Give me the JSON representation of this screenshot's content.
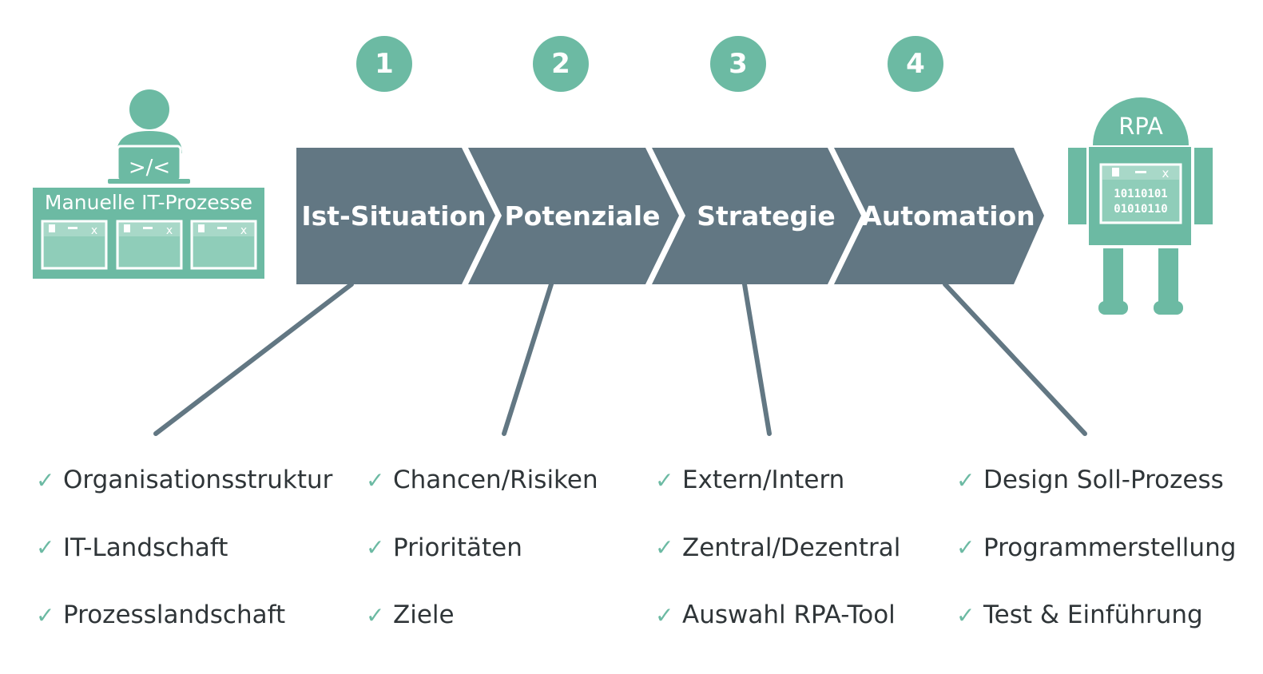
{
  "colors": {
    "accent": "#6cbaa3",
    "accent_light": "#a8d8c8",
    "chevron": "#627783",
    "text": "#2f3538"
  },
  "steps": [
    {
      "number": "1",
      "label": "Ist-Situation"
    },
    {
      "number": "2",
      "label": "Potenziale"
    },
    {
      "number": "3",
      "label": "Strategie"
    },
    {
      "number": "4",
      "label": "Automation"
    }
  ],
  "manual": {
    "code_symbol": ">/<",
    "title": "Manuelle IT-Prozesse",
    "window_close": "x"
  },
  "robot": {
    "label": "RPA",
    "window_close": "x",
    "binary_line1": "10110101",
    "binary_line2": "01010110"
  },
  "columns": [
    {
      "items": [
        "Organisationsstruktur",
        "IT-Landschaft",
        "Prozesslandschaft"
      ]
    },
    {
      "items": [
        "Chancen/Risiken",
        "Prioritäten",
        "Ziele"
      ]
    },
    {
      "items": [
        "Extern/Intern",
        "Zentral/Dezentral",
        "Auswahl RPA-Tool"
      ]
    },
    {
      "items": [
        "Design Soll-Prozess",
        "Programmerstellung",
        "Test & Einführung"
      ]
    }
  ],
  "check_icon": "check-icon"
}
